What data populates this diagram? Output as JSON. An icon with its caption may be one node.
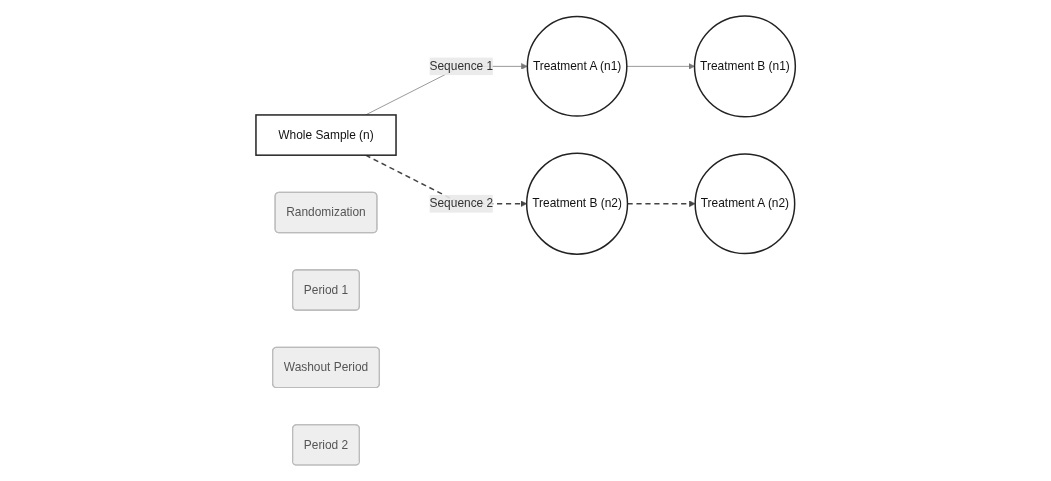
{
  "diagram": {
    "nodes": [
      {
        "text": [
          "Whole Sample (n)"
        ]
      },
      {
        "text": [
          "Treatment A (n1)"
        ]
      },
      {
        "text": [
          "Randomization"
        ]
      },
      {
        "text": [
          "Period 1"
        ]
      },
      {
        "text": [
          "Treatment B (n2)"
        ]
      },
      {
        "text": [
          "Washout Period"
        ]
      },
      {
        "text": [
          "Treatment A (n2)"
        ]
      },
      {
        "text": [
          "Period 2"
        ]
      },
      {
        "text": [
          "Treatment B (n1)"
        ]
      }
    ],
    "edges": [
      {
        "from": 0,
        "to": 1,
        "arrow": "to",
        "label": "Sequence 1"
      },
      {
        "from": 0,
        "to": 4,
        "arrow": "to",
        "label": "Sequence 2",
        "style": "dashed"
      },
      {
        "from": 1,
        "to": 8,
        "arrow": "to"
      },
      {
        "from": 4,
        "to": 6,
        "arrow": "to",
        "style": "dashed"
      }
    ]
  }
}
